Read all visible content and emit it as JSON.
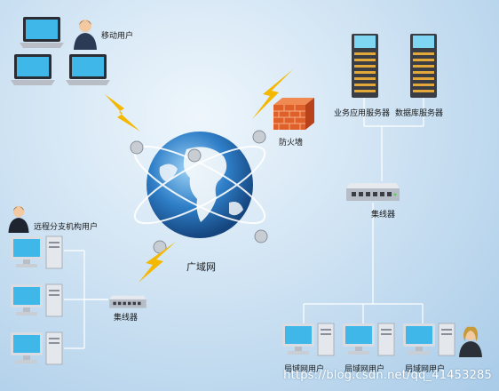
{
  "labels": {
    "mobile_users": "移动用户",
    "business_server": "业务应用服务器",
    "db_server": "数据库服务器",
    "firewall": "防火墙",
    "wan": "广域网",
    "remote_users": "远程分支机构用户",
    "hub": "集线器",
    "lan_user": "局域网用户"
  },
  "watermark": "https://blog.csdn.net/qq_41453285",
  "icons": {
    "laptop": "laptop-icon",
    "person": "person-icon",
    "server": "server-icon",
    "firewall": "firewall-icon",
    "globe": "globe-icon",
    "desktop": "desktop-computer-icon",
    "hub": "hub-icon",
    "lightning": "lightning-icon"
  },
  "colors": {
    "background": "#bcd7ee",
    "globe_ocean": "#2f7fc8",
    "lightning": "#f5b800",
    "firewall": "#e0602a"
  }
}
